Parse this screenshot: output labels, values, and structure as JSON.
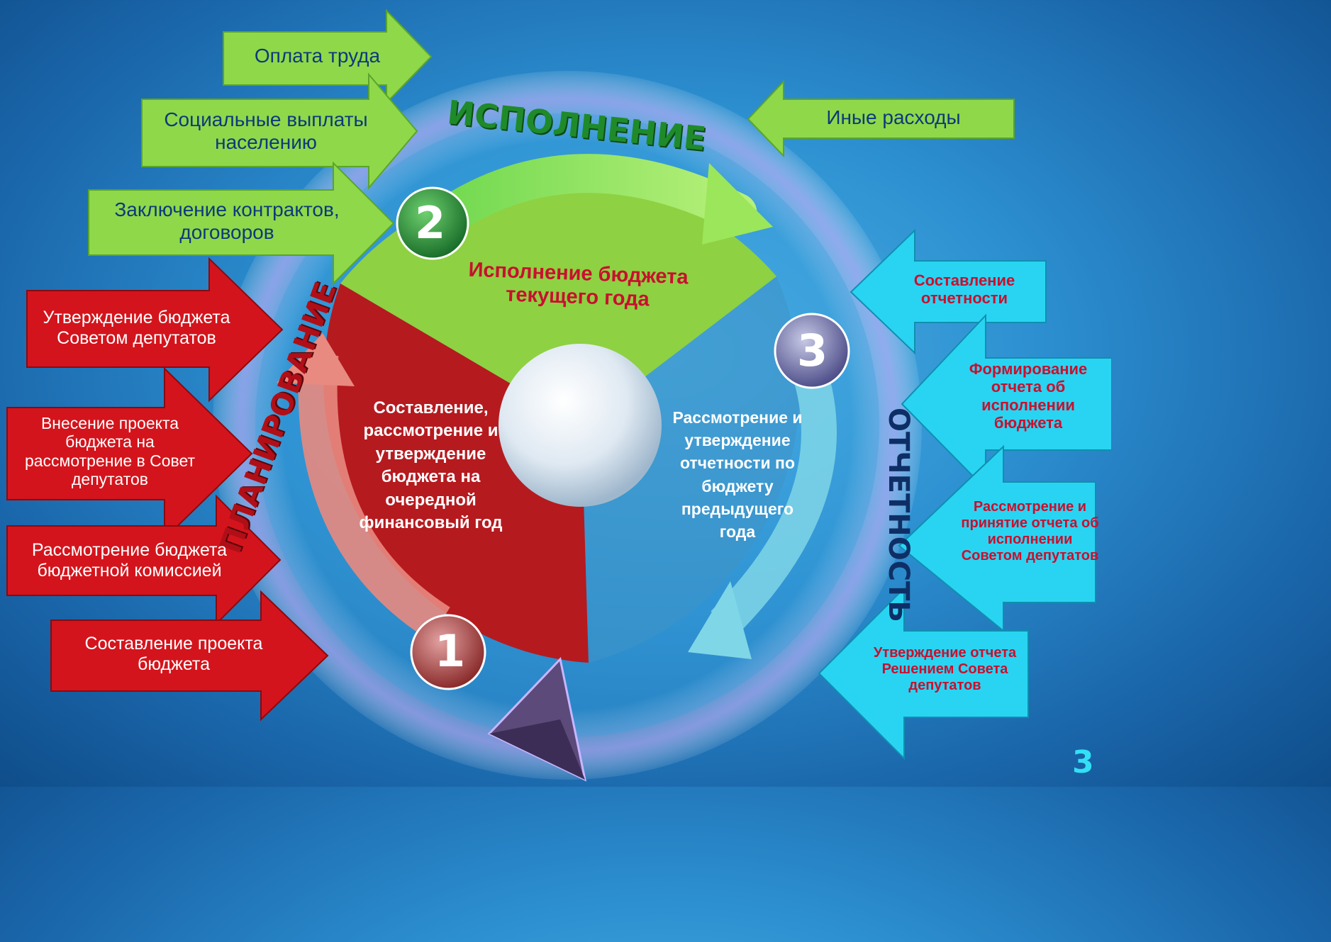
{
  "title_partial": "",
  "page_number": "3",
  "stages": {
    "execution": {
      "title": "ИСПОЛНЕНИЕ",
      "number": "2",
      "description": "Исполнение бюджета текущего года"
    },
    "planning": {
      "title": "ПЛАНИРОВАНИЕ",
      "number": "1",
      "description": "Составление, рассмотрение и утверждение бюджета на очередной финансовый год"
    },
    "reporting": {
      "title": "ОТЧЕТНОСТЬ",
      "number": "3",
      "description": "Рассмотрение и утверждение отчетности по бюджету предыдущего года"
    }
  },
  "execution_arrows": [
    "Оплата труда",
    "Социальные выплаты населению",
    "Заключение контрактов, договоров",
    "Иные расходы"
  ],
  "planning_arrows": [
    "Утверждение бюджета Советом депутатов",
    "Внесение проекта бюджета на рассмотрение в Совет депутатов",
    "Рассмотрение бюджета бюджетной комиссией",
    "Составление проекта бюджета"
  ],
  "reporting_arrows": [
    "Составление отчетности",
    "Формирование отчета об исполнении бюджета",
    "Рассмотрение и принятие отчета об исполнении Советом депутатов",
    "Утверждение отчета Решением Совета депутатов"
  ],
  "colors": {
    "green": "#8fd84a",
    "red": "#d4141c",
    "cyan": "#29d4f2",
    "text_blue": "#0c3a7a",
    "text_red": "#c8102e"
  }
}
